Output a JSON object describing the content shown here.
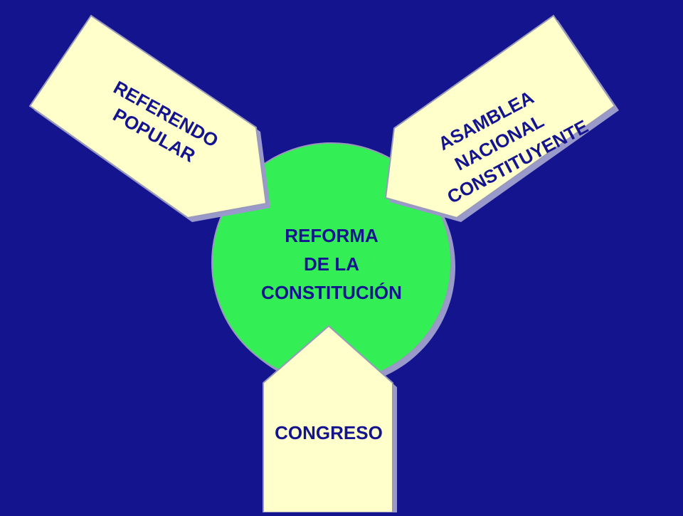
{
  "colors": {
    "background": "#14148f",
    "circle_fill": "#33ee55",
    "arrow_fill": "#ffffcc",
    "text": "#14148f"
  },
  "center": {
    "lines": [
      "REFORMA",
      "DE LA",
      "CONSTITUCIÓN"
    ]
  },
  "arrows": {
    "left": {
      "lines": [
        "REFERENDO",
        "POPULAR"
      ]
    },
    "right": {
      "lines": [
        "ASAMBLEA",
        "NACIONAL",
        "CONSTITUYENTE"
      ]
    },
    "bottom": {
      "lines": [
        "CONGRESO"
      ]
    }
  }
}
